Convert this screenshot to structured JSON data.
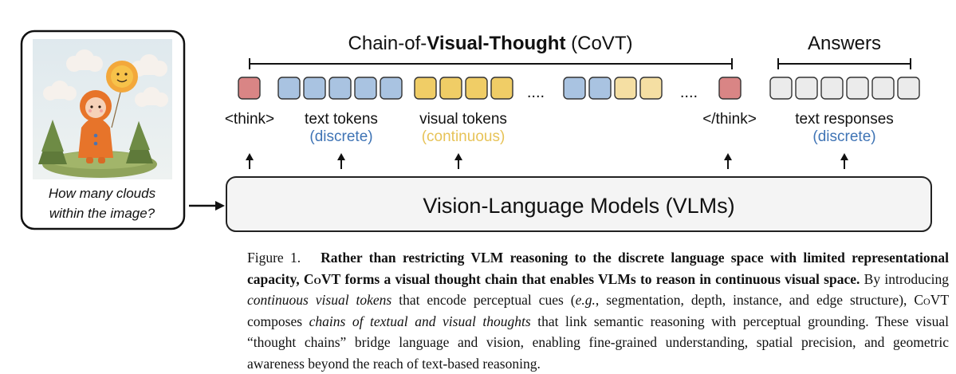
{
  "figure": {
    "title": {
      "prefix": "Chain-of-",
      "bold": "Visual-Thought",
      "suffix": " (CoVT)"
    },
    "answers_label": "Answers",
    "question_lines": [
      "How many clouds",
      "within the image?"
    ],
    "model_label": "Vision-Language Models (VLMs)",
    "ellipsis": "....",
    "labels": {
      "think_open": "<think>",
      "text_tokens": "text tokens",
      "text_tokens_sub": "(discrete)",
      "visual_tokens": "visual tokens",
      "visual_tokens_sub": "(continuous)",
      "think_close": "</think>",
      "text_responses": "text responses",
      "text_responses_sub": "(discrete)"
    },
    "colors": {
      "think": "#d98585",
      "text": "#a9c3e1",
      "visual_dark": "#f0cd66",
      "visual_light": "#f5dfa3",
      "answer": "#ebebeb",
      "blue_text": "#3f74b5",
      "yellow_text": "#e7c358"
    }
  },
  "caption": {
    "label": "Figure 1.",
    "bold_1": "Rather than restricting VLM reasoning to the discrete language space with limited representational capacity,",
    "covt": "CoVT",
    "bold_2": "forms a visual thought chain that enables VLMs to reason in continuous visual space.",
    "t1": "By introducing",
    "i1": "continuous visual tokens",
    "t2": "that encode perceptual cues (",
    "i2": "e.g.",
    "t3": ", segmentation, depth, instance, and edge structure),",
    "t4": "composes",
    "i3": "chains of textual and visual thoughts",
    "t5": "that link semantic reasoning with perceptual grounding. These visual “thought chains” bridge language and vision, enabling fine-grained understanding, spatial precision, and geometric awareness beyond the reach of text-based reasoning."
  }
}
